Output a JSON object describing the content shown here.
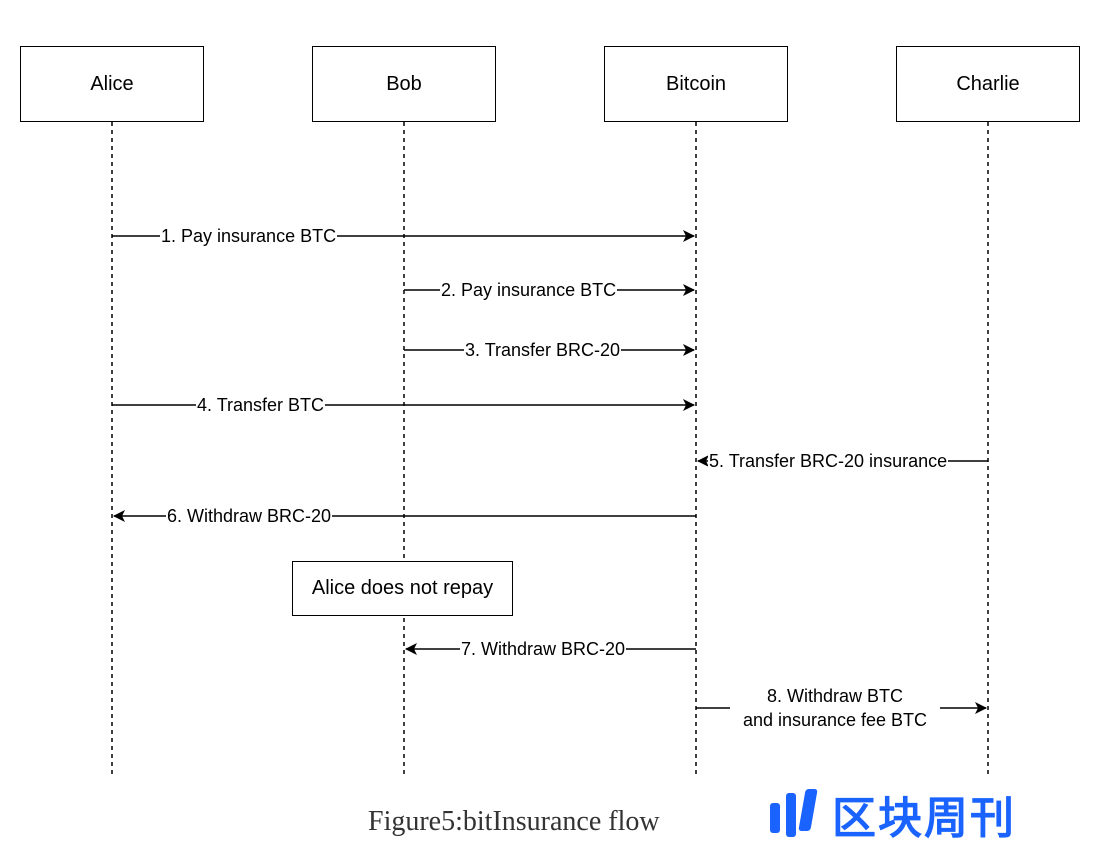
{
  "participants": {
    "alice": "Alice",
    "bob": "Bob",
    "bitcoin": "Bitcoin",
    "charlie": "Charlie"
  },
  "messages": [
    {
      "text": "1. Pay insurance BTC",
      "from": "Alice",
      "to": "Bitcoin"
    },
    {
      "text": "2. Pay insurance BTC",
      "from": "Bob",
      "to": "Bitcoin"
    },
    {
      "text": "3. Transfer BRC-20",
      "from": "Bob",
      "to": "Bitcoin"
    },
    {
      "text": "4. Transfer BTC",
      "from": "Alice",
      "to": "Bitcoin"
    },
    {
      "text": "5. Transfer BRC-20 insurance",
      "from": "Charlie",
      "to": "Bitcoin"
    },
    {
      "text": "6. Withdraw BRC-20",
      "from": "Bitcoin",
      "to": "Alice"
    },
    {
      "text": "7. Withdraw BRC-20",
      "from": "Bitcoin",
      "to": "Bob"
    },
    {
      "text": "8. Withdraw BTC and insurance fee BTC",
      "line1": "8. Withdraw BTC",
      "line2": "and insurance fee BTC",
      "from": "Bitcoin",
      "to": "Charlie"
    }
  ],
  "note": "Alice does not repay",
  "caption": "Figure5:bitInsurance flow",
  "watermark": {
    "text": "区块周刊",
    "color": "#1a63ff"
  }
}
